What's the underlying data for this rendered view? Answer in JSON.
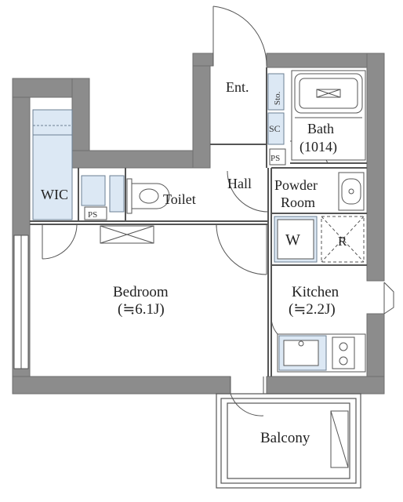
{
  "colors": {
    "wall": "#8c8c8c",
    "wall_edge": "#6e6e6e",
    "line": "#555555",
    "fixture_fill": "#dce8f4",
    "fixture_stroke": "#6b7f93",
    "background": "#ffffff"
  },
  "rooms": {
    "entrance": "Ent.",
    "hall": "Hall",
    "bath": "Bath",
    "bath_size": "(1014)",
    "powder_line1": "Powder",
    "powder_line2": "Room",
    "toilet": "Toilet",
    "wic": "WIC",
    "bedroom": "Bedroom",
    "bedroom_size": "(≒6.1J)",
    "kitchen": "Kitchen",
    "kitchen_size": "(≒2.2J)",
    "balcony": "Balcony"
  },
  "fixtures": {
    "storage": "Sto.",
    "shoe_cabinet": "SC",
    "pipe_space_bath": "PS",
    "pipe_space_wic": "PS",
    "washer": "W",
    "refrigerator": "R"
  }
}
